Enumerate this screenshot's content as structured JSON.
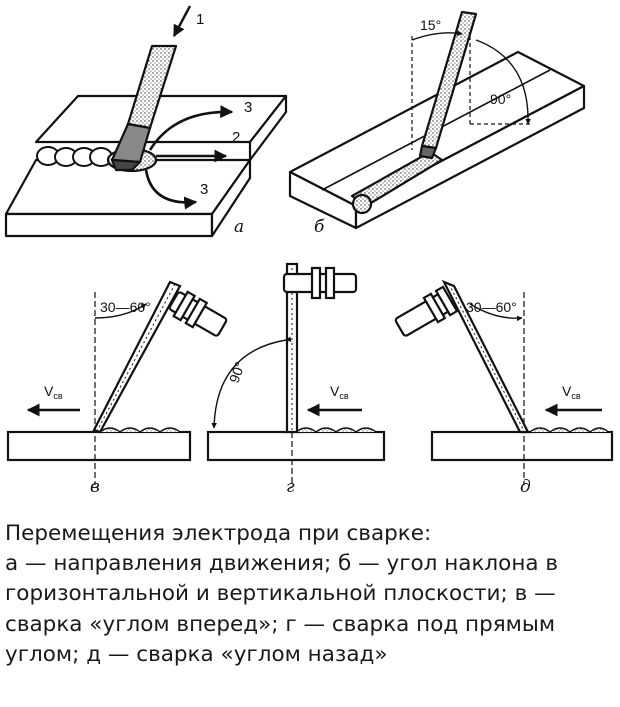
{
  "diagram": {
    "panel_a": {
      "label": "а",
      "arrow_labels": [
        "1",
        "2",
        "3",
        "3"
      ]
    },
    "panel_b": {
      "label": "б",
      "angle_1": "15°",
      "angle_2": "90°"
    },
    "panel_v": {
      "label": "в",
      "angle": "30—60°",
      "speed": "V",
      "speed_sub": "св"
    },
    "panel_g": {
      "label": "г",
      "angle": "90°",
      "speed": "V",
      "speed_sub": "св"
    },
    "panel_d": {
      "label": "д",
      "angle": "30—60°",
      "speed": "V",
      "speed_sub": "св"
    }
  },
  "caption": {
    "lines": [
      "Перемещения электрода при сварке:",
      "а — направления движения; б — угол наклона в",
      "горизонтальной и вертикальной плоскости; в —",
      "сварка «углом вперед»; г — сварка под прямым",
      "углом; д — сварка «углом назад»"
    ]
  }
}
